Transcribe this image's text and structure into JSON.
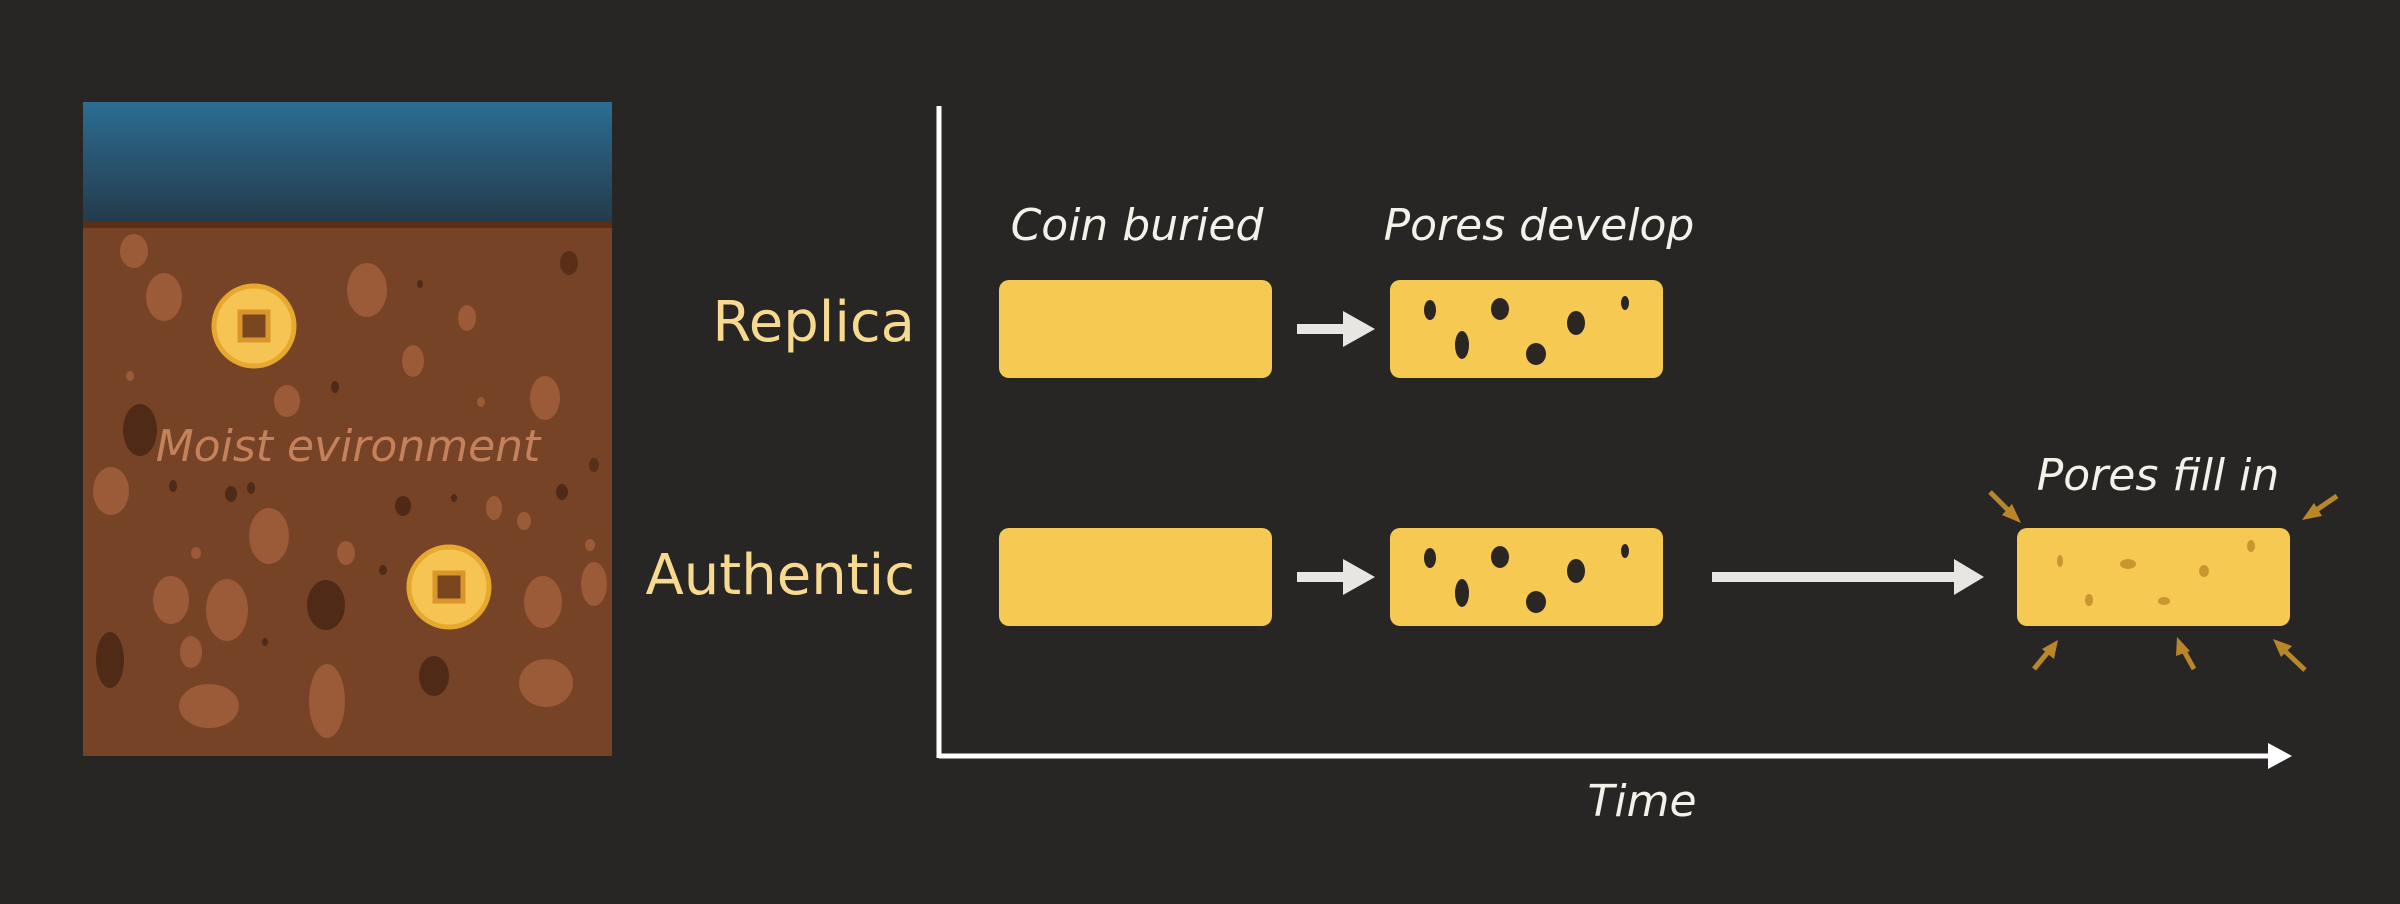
{
  "soil_panel": {
    "caption": "Moist evironment",
    "colors": {
      "water": "#2c6d92",
      "soil": "#774326",
      "stone_light": "#9b5a38",
      "stone_dark": "#4f2a16",
      "coin": "#f6c453"
    }
  },
  "rows": {
    "replica": "Replica",
    "authentic": "Authentic"
  },
  "stages": {
    "buried": "Coin buried",
    "pores": "Pores develop",
    "filled": "Pores fill in"
  },
  "axis": {
    "x_label": "Time"
  },
  "colors": {
    "background": "#282625",
    "coin_bar": "#f6c953",
    "label": "#f7d98f",
    "arrow": "#e8e6e3",
    "accent_arrow": "#b9862a"
  }
}
